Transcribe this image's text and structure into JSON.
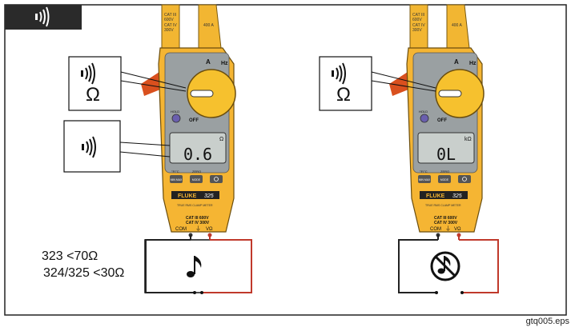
{
  "header": {
    "icon": "continuity-beeper-icon"
  },
  "left_meter": {
    "jaw_marks": [
      "CAT III",
      "600V",
      "CAT IV",
      "300V",
      "400 A"
    ],
    "dial_labels": [
      "A",
      "Hz",
      "OFF",
      "HOLD"
    ],
    "display_reading": "0.6",
    "display_unit": "Ω",
    "button_labels": [
      "°F/°C",
      "ZERO",
      "MIN MAX",
      "MODE"
    ],
    "brand": "FLUKE",
    "model": "325",
    "model_sub": "TRUE RMS CLAMP METER",
    "terminal_rating": [
      "CAT III 600V",
      "CAT IV 300V"
    ],
    "terminals": [
      "COM",
      "VΩ"
    ],
    "callout_dial": {
      "icon": "continuity-beeper-icon",
      "symbol": "Ω"
    },
    "callout_display": {
      "icon": "continuity-beeper-icon"
    },
    "circuit_icon": "music-note-icon"
  },
  "right_meter": {
    "jaw_marks": [
      "CAT III",
      "600V",
      "CAT IV",
      "300V",
      "400 A"
    ],
    "dial_labels": [
      "A",
      "Hz",
      "OFF",
      "HOLD"
    ],
    "display_reading": "0L",
    "display_unit": "kΩ",
    "button_labels": [
      "°F/°C",
      "ZERO",
      "MIN MAX",
      "MODE"
    ],
    "brand": "FLUKE",
    "model": "325",
    "model_sub": "TRUE RMS CLAMP METER",
    "terminal_rating": [
      "CAT III 600V",
      "CAT IV 300V"
    ],
    "terminals": [
      "COM",
      "VΩ"
    ],
    "callout_dial": {
      "icon": "continuity-beeper-icon",
      "symbol": "Ω"
    },
    "circuit_icon": "no-sound-icon"
  },
  "notes": [
    "323 <70Ω",
    "324/325 <30Ω"
  ],
  "figure_ref": "gtq005.eps"
}
